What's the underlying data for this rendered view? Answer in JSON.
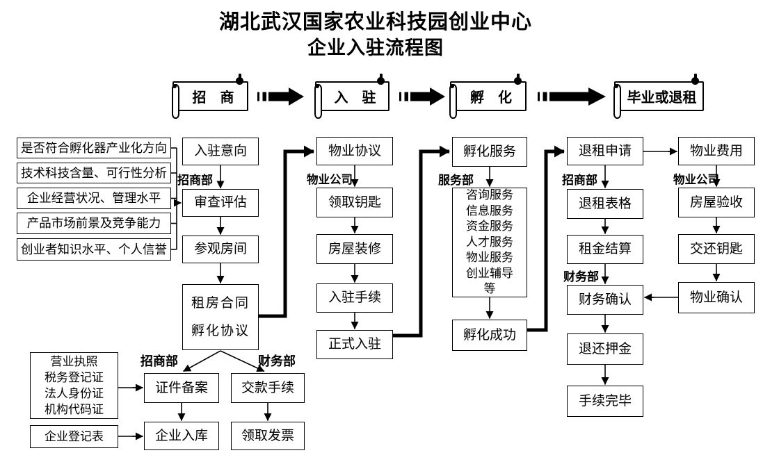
{
  "title": {
    "line1": "湖北武汉国家农业科技园创业中心",
    "line2": "企业入驻流程图"
  },
  "phase_banners": [
    {
      "label": "招　商"
    },
    {
      "label": "入　驻"
    },
    {
      "label": "孵　化"
    },
    {
      "label": "毕业或退租"
    }
  ],
  "criteria_boxes": [
    "是否符合孵化器产业化方向",
    "技术科技含量、可行性分析",
    "企业经营状况、管理水平",
    "产品市场前景及竞争能力",
    "创业者知识水平、个人信誉"
  ],
  "admission_column": {
    "dept_label": "招商部",
    "steps": [
      "入驻意向",
      "审查评估",
      "参观房间"
    ],
    "contract_step": {
      "line1": "租房合同",
      "line2": "孵化协议"
    }
  },
  "registration_section": {
    "documents_box": {
      "lines": [
        "营业执照",
        "税务登记证",
        "法人身份证",
        "机构代码证"
      ]
    },
    "registration_form_box": "企业登记表",
    "zhaoshang_dept_label": "招商部",
    "caiwu_dept_label": "财务部",
    "zhaoshang_steps": [
      "证件备案",
      "企业入库"
    ],
    "caiwu_steps": [
      "交款手续",
      "领取发票"
    ]
  },
  "property_column": {
    "dept_label": "物业公司",
    "steps": [
      "物业协议",
      "领取钥匙",
      "房屋装修",
      "入驻手续",
      "正式入驻"
    ]
  },
  "service_column": {
    "dept_label": "服务部",
    "first_step": "孵化服务",
    "services_box": {
      "lines": [
        "咨询服务",
        "信息服务",
        "资金服务",
        "人才服务",
        "物业服务",
        "创业辅导",
        "等"
      ]
    },
    "last_step": "孵化成功"
  },
  "exit_column": {
    "zhaoshang_dept_label": "招商部",
    "caiwu_dept_label": "财务部",
    "steps_top": [
      "退租申请",
      "退租表格",
      "租金结算"
    ],
    "steps_bottom": [
      "财务确认",
      "退还押金",
      "手续完毕"
    ]
  },
  "property_exit_column": {
    "dept_label": "物业公司",
    "steps": [
      "物业费用",
      "房屋验收",
      "交还钥匙",
      "物业确认"
    ]
  },
  "colors": {
    "ink": "#000000",
    "background": "#ffffff"
  }
}
